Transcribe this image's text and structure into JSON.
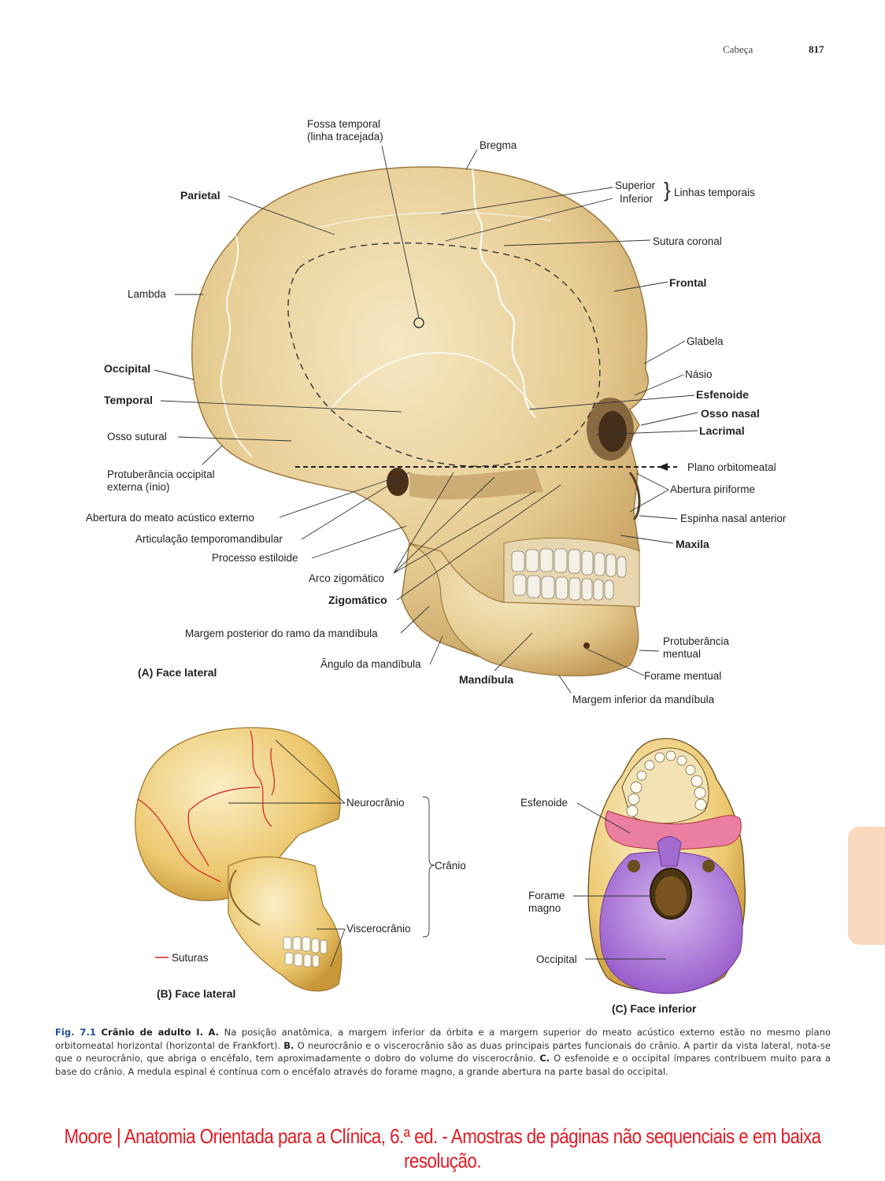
{
  "header": {
    "section": "Cabeça",
    "page_number": "817"
  },
  "figure_a": {
    "title": "(A) Face lateral",
    "labels": {
      "fossa_temporal": "Fossa temporal\n(linha tracejada)",
      "bregma": "Bregma",
      "superior": "Superior",
      "inferior": "Inferior",
      "linhas_temporais": "Linhas temporais",
      "parietal": "Parietal",
      "sutura_coronal": "Sutura coronal",
      "frontal": "Frontal",
      "lambda": "Lambda",
      "glabela": "Glabela",
      "nasio": "Násio",
      "occipital": "Occipital",
      "esfenoide": "Esfenoide",
      "temporal": "Temporal",
      "osso_nasal": "Osso nasal",
      "lacrimal": "Lacrimal",
      "osso_sutural": "Osso sutural",
      "plano_orbitomeatal": "Plano orbitomeatal",
      "protuberancia_occipital": "Protuberância occipital\nexterna (ínio)",
      "abertura_piriforme": "Abertura piriforme",
      "meato": "Abertura do meato acústico externo",
      "espinha_nasal": "Espinha nasal anterior",
      "atm": "Articulação temporomandibular",
      "maxila": "Maxila",
      "estiloide": "Processo estiloide",
      "arco_zigomatico": "Arco zigomático",
      "zigomatico": "Zigomático",
      "margem_posterior": "Margem posterior do ramo da mandíbula",
      "protuberancia_mentual": "Protuberância\nmentual",
      "angulo": "Ângulo da mandíbula",
      "forame_mentual": "Forame mentual",
      "mandibula": "Mandíbula",
      "margem_inferior": "Margem inferior da mandíbula"
    }
  },
  "figure_b": {
    "title": "(B) Face lateral",
    "labels": {
      "neurocranio": "Neurocrânio",
      "cranio": "Crânio",
      "viscerocranio": "Viscerocrânio"
    },
    "legend_suturas": "Suturas"
  },
  "figure_c": {
    "title": "(C) Face inferior",
    "labels": {
      "esfenoide": "Esfenoide",
      "forame_magno": "Forame\nmagno",
      "occipital": "Occipital"
    }
  },
  "caption": {
    "fig_label": "Fig. 7.1",
    "title": "Crânio de adulto I.",
    "part_a_letter": "A.",
    "part_a": "Na posição anatômica, a margem inferior da órbita e a margem superior do meato acústico externo estão no mesmo plano orbitomeatal horizontal (horizontal de Frankfort).",
    "part_b_letter": "B.",
    "part_b": "O neurocrânio e o viscerocrânio são as duas principais partes funcionais do crânio. A partir da vista lateral, nota-se que o neurocrânio, que abriga o encéfalo, tem aproximadamente o dobro do volume do viscerocrânio.",
    "part_c_letter": "C.",
    "part_c": "O esfenoide e o occipital ímpares contribuem muito para a base do crânio. A medula espinal é contínua com o encéfalo através do forame magno, a grande abertura na parte basal do occipital."
  },
  "footer": "Moore | Anatomia Orientada para a Clínica, 6.ª ed. - Amostras de páginas não sequenciais e em baixa resolução.",
  "colors": {
    "bone": "#e9d29c",
    "bone_shadow": "#c9a866",
    "suture_red": "#d32020",
    "sphenoid_pink": "#e8769a",
    "occipital_purple": "#a36ad0",
    "footer_red": "#e31b23",
    "caption_blue": "#1f4e9a"
  }
}
